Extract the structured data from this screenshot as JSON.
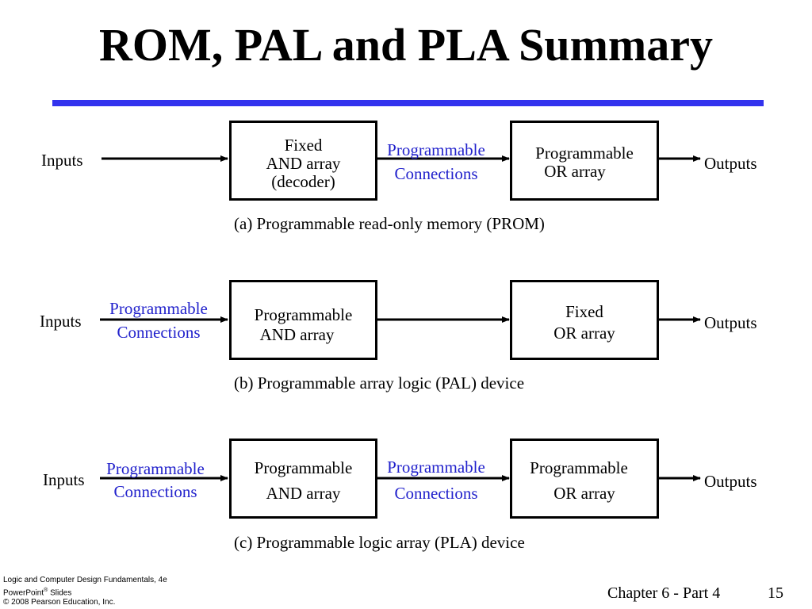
{
  "title": "ROM, PAL and PLA Summary",
  "accent_color": "#3333ee",
  "connection_color": "#2222cc",
  "diagrams": {
    "prom": {
      "inputs": "Inputs",
      "and_box": [
        "Fixed",
        "AND array",
        "(decoder)"
      ],
      "mid_conn": [
        "Programmable",
        "Connections"
      ],
      "or_box": [
        "Programmable",
        "OR array"
      ],
      "outputs": "Outputs",
      "caption": "(a) Programmable read-only memory (PROM)"
    },
    "pal": {
      "inputs": "Inputs",
      "in_conn": [
        "Programmable",
        "Connections"
      ],
      "and_box": [
        "Programmable",
        "AND array"
      ],
      "or_box": [
        "Fixed",
        "OR array"
      ],
      "outputs": "Outputs",
      "caption": "(b) Programmable array logic (PAL) device"
    },
    "pla": {
      "inputs": "Inputs",
      "in_conn": [
        "Programmable",
        "Connections"
      ],
      "and_box": [
        "Programmable",
        "AND array"
      ],
      "mid_conn": [
        "Programmable",
        "Connections"
      ],
      "or_box": [
        "Programmable",
        "OR array"
      ],
      "outputs": "Outputs",
      "caption": "(c) Programmable logic array (PLA) device"
    }
  },
  "footer": {
    "book": "Logic and Computer Design Fundamentals, 4e",
    "slides": "PowerPoint",
    "slides_reg": "®",
    "slides_suffix": " Slides",
    "copyright": "© 2008 Pearson Education, Inc.",
    "chapter": "Chapter 6 - Part 4",
    "page": "15"
  }
}
